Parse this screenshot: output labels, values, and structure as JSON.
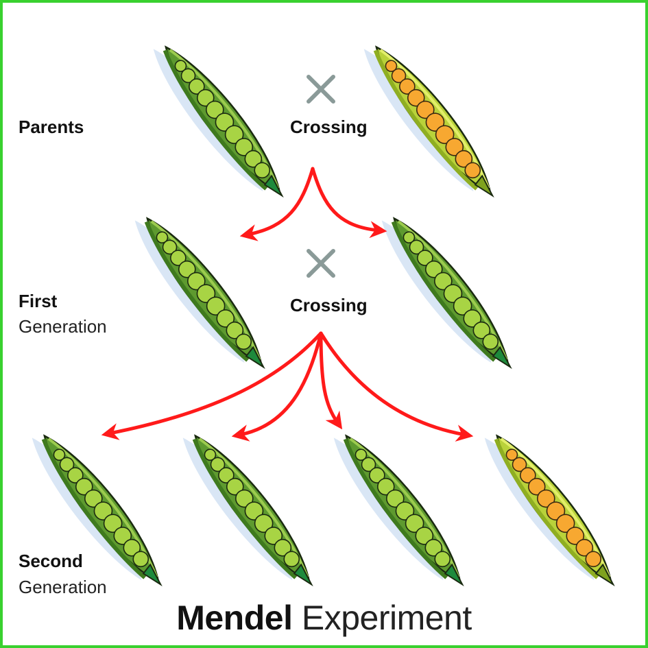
{
  "labels": {
    "parents": "Parents",
    "first_bold": "First",
    "first_reg": "Generation",
    "second_bold": "Second",
    "second_reg": "Generation",
    "crossing_1": "Crossing",
    "crossing_2": "Crossing"
  },
  "title": {
    "bold": "Mendel",
    "regular": "Experiment"
  },
  "colors": {
    "frame": "#39d12f",
    "arrow": "#ff1a1a",
    "cross": "#8a9a98",
    "pod_green": "#6ea63a",
    "pea_green": "#9ccf3e",
    "pod_yellow": "#c9dc3a",
    "pea_yellow": "#f7a831"
  },
  "pods": [
    {
      "id": "parent-green",
      "type": "green"
    },
    {
      "id": "parent-yellow",
      "type": "yellow"
    },
    {
      "id": "f1-left",
      "type": "green"
    },
    {
      "id": "f1-right",
      "type": "green"
    },
    {
      "id": "f2-1",
      "type": "green"
    },
    {
      "id": "f2-2",
      "type": "green"
    },
    {
      "id": "f2-3",
      "type": "green"
    },
    {
      "id": "f2-4",
      "type": "yellow"
    }
  ]
}
